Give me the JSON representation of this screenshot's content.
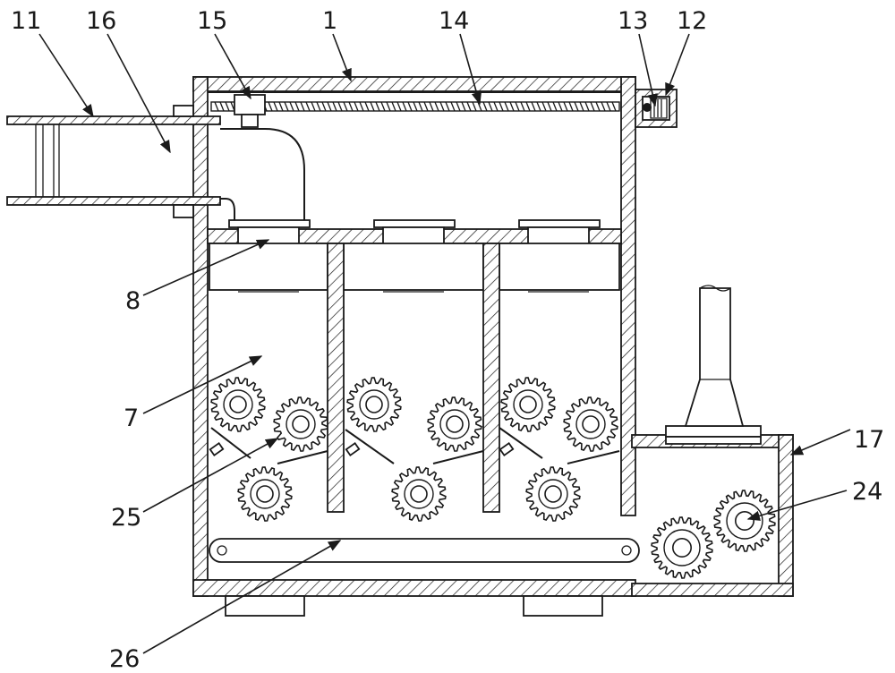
{
  "diagram": {
    "callouts": [
      {
        "id": "c1",
        "text": "1"
      },
      {
        "id": "c7",
        "text": "7"
      },
      {
        "id": "c8",
        "text": "8"
      },
      {
        "id": "c11",
        "text": "11"
      },
      {
        "id": "c12",
        "text": "12"
      },
      {
        "id": "c13",
        "text": "13"
      },
      {
        "id": "c14",
        "text": "14"
      },
      {
        "id": "c15",
        "text": "15"
      },
      {
        "id": "c16",
        "text": "16"
      },
      {
        "id": "c17",
        "text": "17"
      },
      {
        "id": "c24",
        "text": "24"
      },
      {
        "id": "c25",
        "text": "25"
      },
      {
        "id": "c26",
        "text": "26"
      }
    ]
  }
}
